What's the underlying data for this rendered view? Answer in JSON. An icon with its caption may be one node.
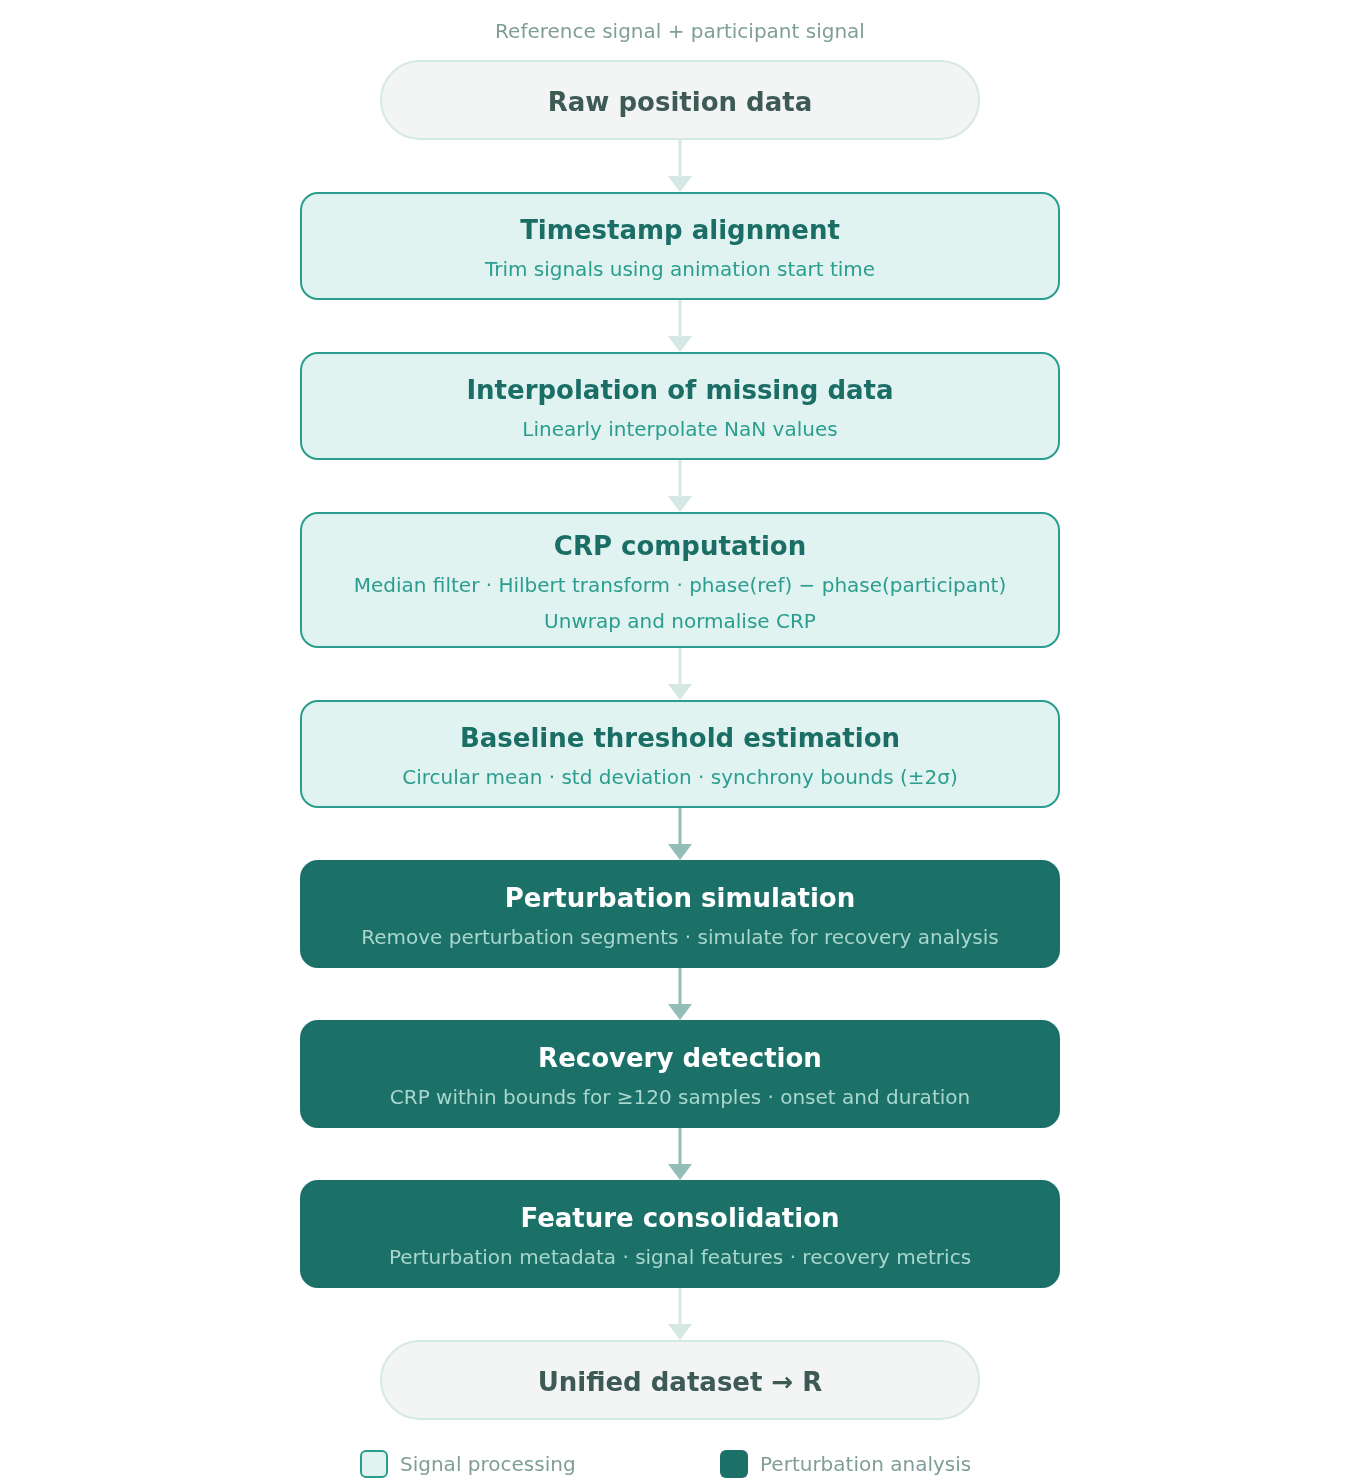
{
  "diagram": {
    "nodes": [
      {
        "text": [
          "Raw position data"
        ],
        "beside": [
          "Reference signal + participant signal"
        ]
      },
      {
        "text": [
          "Timestamp alignment",
          "Trim signals using animation start time"
        ]
      },
      {
        "text": [
          "Interpolation of missing data",
          "Linearly interpolate NaN values"
        ]
      },
      {
        "text": [
          "CRP computation",
          "Median filter · Hilbert transform · phase(ref) − phase(participant)",
          "Unwrap and normalise CRP"
        ]
      },
      {
        "text": [
          "Baseline threshold estimation",
          "Circular mean · std deviation · synchrony bounds (±2σ)"
        ]
      },
      {
        "text": [
          "Perturbation simulation",
          "Remove perturbation segments · simulate for recovery analysis"
        ]
      },
      {
        "text": [
          "Recovery detection",
          "CRP within bounds for ≥120 samples · onset and duration"
        ]
      },
      {
        "text": [
          "Feature consolidation",
          "Perturbation metadata · signal features · recovery metrics"
        ]
      },
      {
        "text": [
          "Unified dataset → R"
        ]
      }
    ],
    "edges": [
      {
        "from": 0,
        "to": 1,
        "arrow": "to"
      },
      {
        "from": 1,
        "to": 2,
        "arrow": "to"
      },
      {
        "from": 2,
        "to": 3,
        "arrow": "to"
      },
      {
        "from": 3,
        "to": 4,
        "arrow": "to"
      },
      {
        "from": 4,
        "to": 5,
        "arrow": "to",
        "color": "#93beb8"
      },
      {
        "from": 5,
        "to": 6,
        "arrow": "to",
        "color": "#93beb8"
      },
      {
        "from": 6,
        "to": 7,
        "arrow": "to",
        "color": "#93beb8"
      },
      {
        "from": 7,
        "to": 8,
        "arrow": "to"
      }
    ],
    "legend": [
      {
        "text": "Signal processing",
        "color": "#e0f3f0"
      },
      {
        "text": "Perturbation analysis",
        "color": "#1b7068"
      }
    ]
  }
}
